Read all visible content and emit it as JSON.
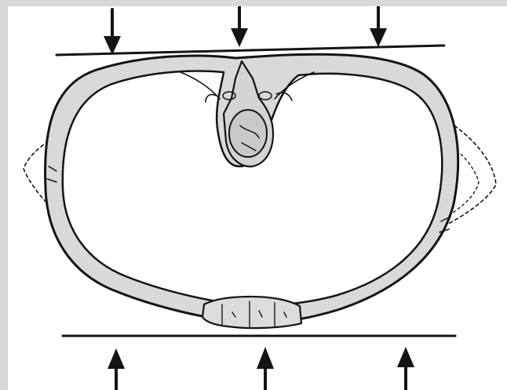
{
  "diagram": {
    "style": "line-drawing",
    "subject": "thoracic-cross-section-under-compression",
    "colors": {
      "ink": "#141414",
      "bone_fill": "#d9d9d9",
      "frame_border": "#d8d8d8",
      "background": "#ffffff"
    },
    "arrows": {
      "top_count": 3,
      "bottom_count": 3,
      "direction_top": "down",
      "direction_bottom": "up"
    },
    "outlines": {
      "solid": "compressed-chest",
      "dashed": "normal-chest-contour"
    }
  }
}
